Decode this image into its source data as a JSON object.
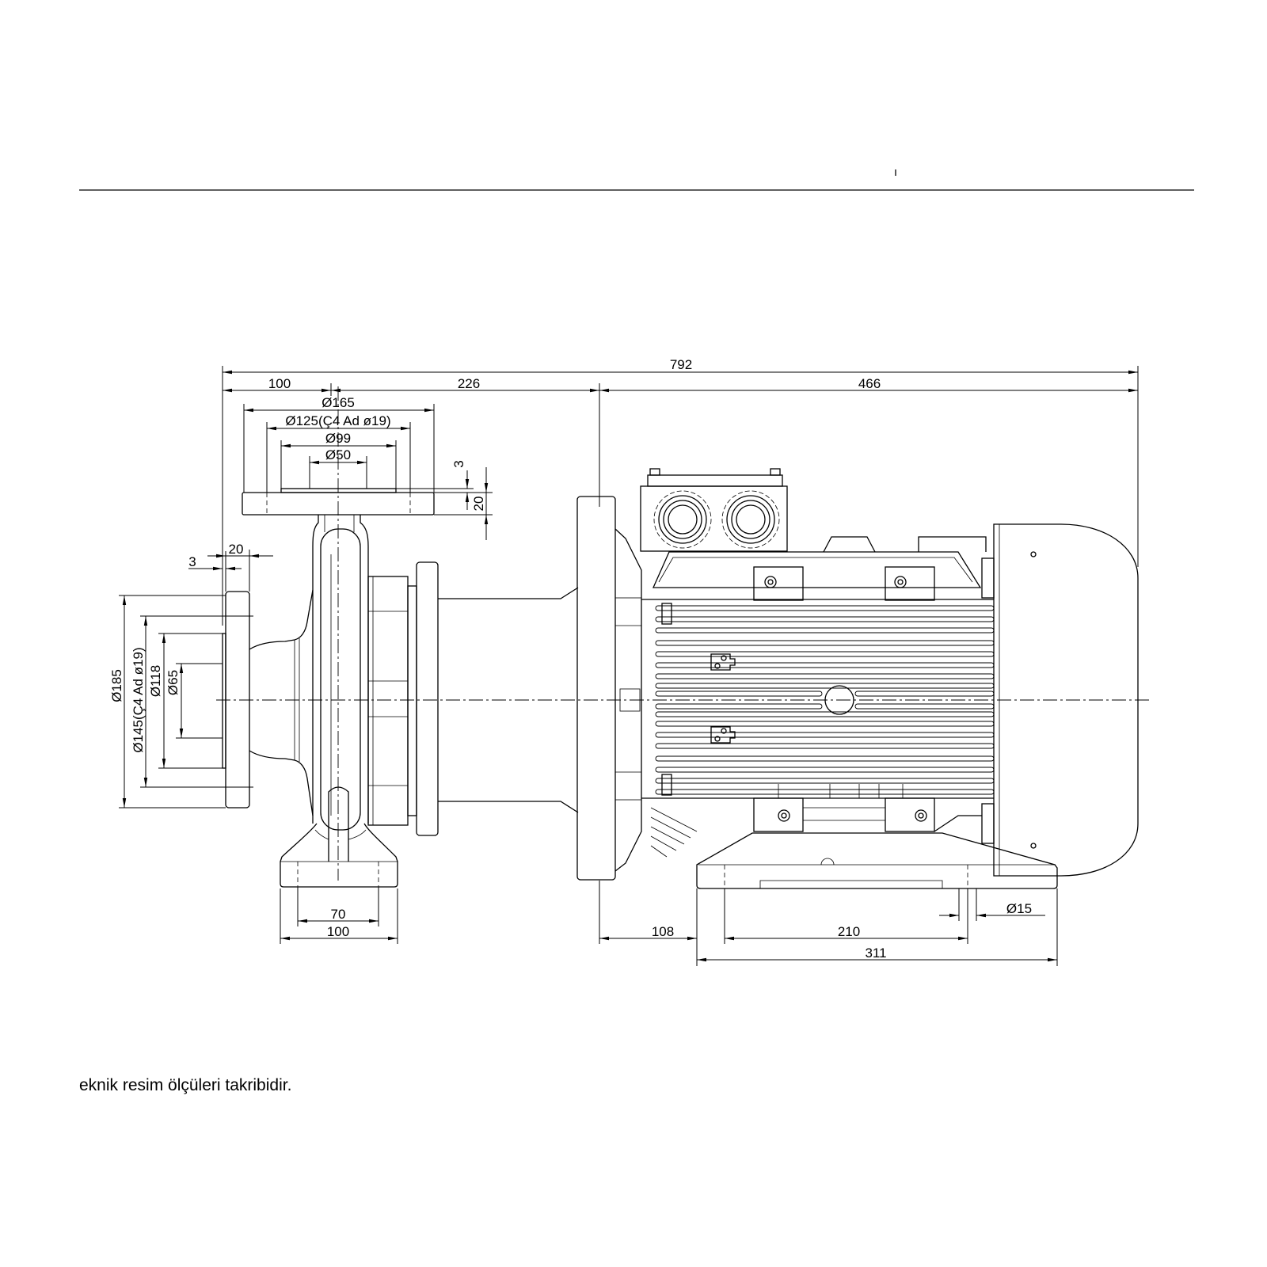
{
  "drawing": {
    "dimensions": {
      "overall_length": "792",
      "suction_length": "100",
      "pump_length": "226",
      "motor_length": "466",
      "discharge_flange_od": "Ø165",
      "discharge_bolt_circle": "Ø125(Ç4 Ad ø19)",
      "discharge_raised_face": "Ø99",
      "discharge_bore": "Ø50",
      "discharge_face_height": "3",
      "discharge_flange_thickness": "20",
      "suction_flange_thickness": "20",
      "suction_face_height": "3",
      "suction_flange_od": "Ø185",
      "suction_bolt_circle": "Ø145(Ç4 Ad ø19)",
      "suction_raised_face": "Ø118",
      "suction_bore": "Ø65",
      "pump_foot_hole_spacing": "70",
      "pump_foot_width": "100",
      "motor_flange_to_foot": "108",
      "motor_foot_hole_spacing": "210",
      "motor_foot_length": "311",
      "motor_foot_hole_diameter": "Ø15"
    },
    "note": "eknik resim ölçüleri takribidir."
  }
}
